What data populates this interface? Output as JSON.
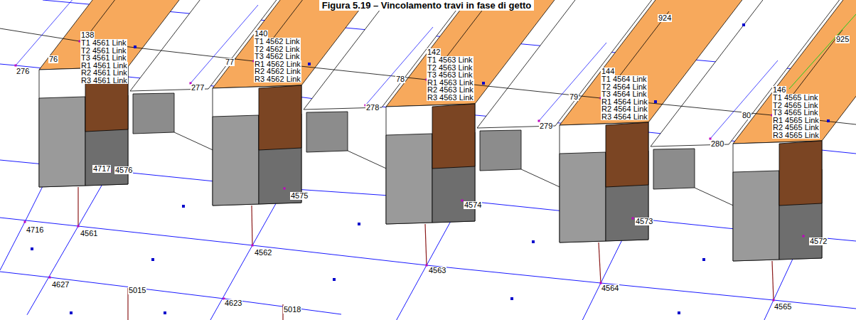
{
  "diagram": {
    "title": "Figura 5.19 – Vincolamento travi in fase di getto",
    "labels": [
      "138",
      "T1 4561 Link",
      "T2 4561 Link",
      "T3 4561 Link",
      "R1 4561 Link",
      "R2 4561 Link",
      "R3 4561 Link",
      "76",
      "276",
      "140",
      "T1 4562 Link",
      "T2 4562 Link",
      "T3 4562 Link",
      "R1 4562 Link",
      "R2 4562 Link",
      "R3 4562 Link",
      "77",
      "277",
      "142",
      "T1 4563 Link",
      "T2 4563 Link",
      "T3 4563 Link",
      "R1 4563 Link",
      "R2 4563 Link",
      "R3 4563 Link",
      "78",
      "278",
      "924",
      "144",
      "T1 4564 Link",
      "T2 4564 Link",
      "T3 4564 Link",
      "R1 4564 Link",
      "R2 4564 Link",
      "R3 4564 Link",
      "79",
      "279",
      "925",
      "146",
      "T1 4565 Link",
      "T2 4565 Link",
      "T3 4565 Link",
      "R1 4565 Link",
      "R2 4565 Link",
      "R3 4565 Link",
      "80",
      "280",
      "4717",
      "4576",
      "4575",
      "4574",
      "4573",
      "4572",
      "4716",
      "4561",
      "4562",
      "4563",
      "4564",
      "4565",
      "4627",
      "5015",
      "4623",
      "5018"
    ]
  }
}
